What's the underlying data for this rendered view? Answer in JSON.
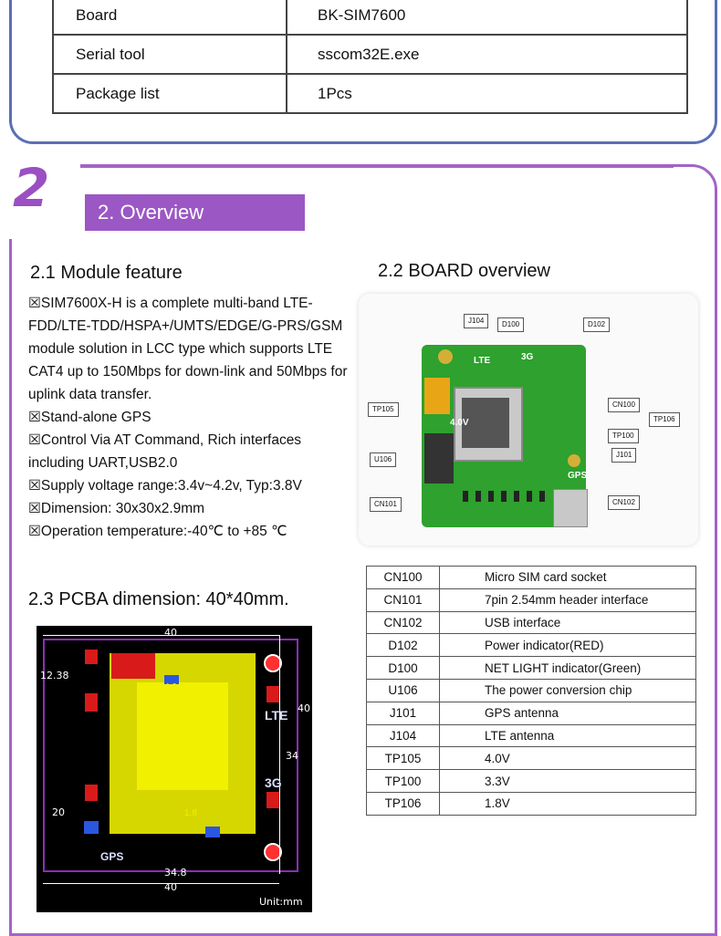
{
  "spec_table": [
    {
      "key": "Board",
      "value": "BK-SIM7600"
    },
    {
      "key": "Serial tool",
      "value": "sscom32E.exe"
    },
    {
      "key": "Package list",
      "value": "1Pcs"
    }
  ],
  "section": {
    "number": "2",
    "title": "2. Overview"
  },
  "module_feature": {
    "heading": "2.1 Module feature",
    "bullet_glyph": "☒",
    "items": [
      "SIM7600X-H is a complete multi-band LTE-FDD/LTE-TDD/HSPA+/UMTS/EDGE/G-PRS/GSM module solution in LCC type which supports LTE CAT4 up to 150Mbps for down-link and 50Mbps for uplink data transfer.",
      "Stand-alone GPS",
      "Control Via AT Command, Rich interfaces including UART,USB2.0",
      "Supply voltage range:3.4v~4.2v, Typ:3.8V",
      "Dimension: 30x30x2.9mm",
      "Operation temperature:-40℃ to +85 ℃"
    ]
  },
  "board_overview": {
    "heading": "2.2 BOARD overview",
    "labels": {
      "j104": "J104",
      "d100": "D100",
      "d102": "D102",
      "tp105": "TP105",
      "cn100": "CN100",
      "tp106": "TP106",
      "tp100": "TP100",
      "u106": "U106",
      "j101": "J101",
      "cn101": "CN101",
      "cn102": "CN102"
    },
    "silkscreen": {
      "lte": "LTE",
      "g3": "3G",
      "gps": "GPS",
      "v4": "4.0V"
    }
  },
  "components": [
    {
      "id": "CN100",
      "desc": "Micro SIM card socket"
    },
    {
      "id": "CN101",
      "desc": "7pin 2.54mm header interface"
    },
    {
      "id": "CN102",
      "desc": "USB interface"
    },
    {
      "id": "D102",
      "desc": "Power indicator(RED)"
    },
    {
      "id": "D100",
      "desc": "NET LIGHT indicator(Green)"
    },
    {
      "id": "U106",
      "desc": "The power conversion chip"
    },
    {
      "id": "J101",
      "desc": "GPS antenna"
    },
    {
      "id": "J104",
      "desc": "LTE antenna"
    },
    {
      "id": "TP105",
      "desc": "4.0V"
    },
    {
      "id": "TP100",
      "desc": "3.3V"
    },
    {
      "id": "TP106",
      "desc": "1.8V"
    }
  ],
  "pcba": {
    "heading": "2.3 PCBA dimension: 40*40mm.",
    "dims": {
      "top": "40",
      "bottom": "40",
      "bottom_inner": "34.8",
      "right": "40",
      "right_inner": "34",
      "left_top": "12.38",
      "left_mid": "20",
      "v40": "4.0",
      "v18": "1.8"
    },
    "silkscreen": {
      "lte": "LTE",
      "g3": "3G",
      "gps": "GPS"
    },
    "unit": "Unit:mm"
  }
}
